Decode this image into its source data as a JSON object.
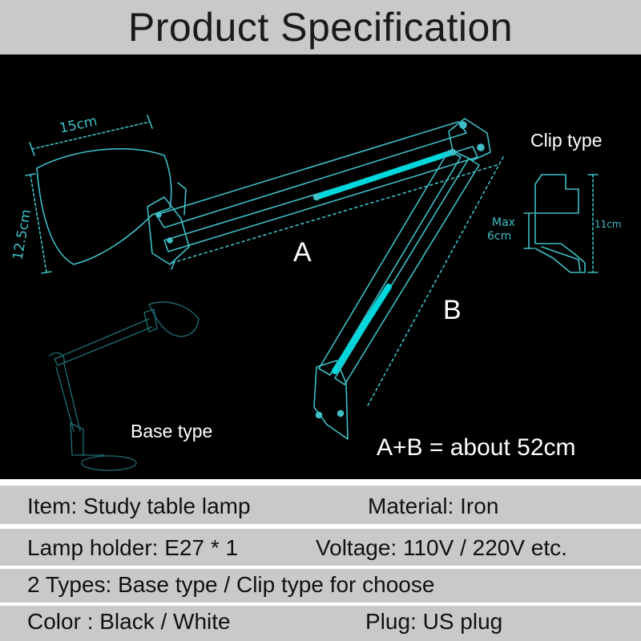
{
  "title": "Product Specification",
  "diagram": {
    "dim_width": "15cm",
    "dim_height": "12.5cm",
    "arm_a": "A",
    "arm_b": "B",
    "clip_label": "Clip type",
    "clip_max_line1": "Max",
    "clip_max_line2": "6cm",
    "clip_height": "11cm",
    "base_label": "Base type",
    "total_length": "A+B = about 52cm"
  },
  "specs": {
    "item": "Item: Study table lamp",
    "material": "Material: Iron",
    "lamp_holder": "Lamp holder: E27 * 1",
    "voltage": "Voltage: 110V / 220V etc.",
    "types": "2 Types: Base type / Clip type for choose",
    "color": "Color : Black / White",
    "plug": "Plug: US plug"
  },
  "colors": {
    "outline": "#3fbfc6",
    "highlight": "#00d7dc",
    "background": "#000000",
    "band": "#c9c9c9"
  }
}
